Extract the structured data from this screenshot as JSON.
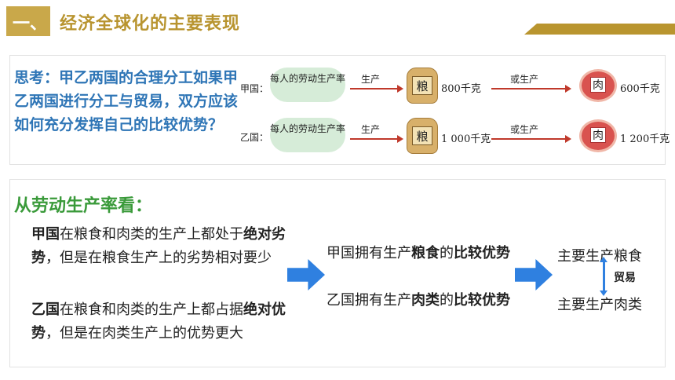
{
  "header": {
    "section_number": "一、",
    "title": "经济全球化的主要表现"
  },
  "question": {
    "text": "思考：甲乙两国的合理分工如果甲乙两国进行分工与贸易，双方应该如何充分发挥自己的比较优势？"
  },
  "production_figure": {
    "rows": [
      {
        "country": "甲国：",
        "pill": "每人的劳动生产率",
        "arrow1": "生产",
        "grain_label": "粮",
        "grain_amount": "800千克",
        "arrow2": "或生产",
        "meat_label": "肉",
        "meat_amount": "600千克"
      },
      {
        "country": "乙国：",
        "pill": "每人的劳动生产率",
        "arrow1": "生产",
        "grain_label": "粮",
        "grain_amount": "1 000千克",
        "arrow2": "或生产",
        "meat_label": "肉",
        "meat_amount": "1 200千克"
      }
    ]
  },
  "analysis": {
    "title": "从劳动生产率看：",
    "jia": {
      "country": "甲国",
      "t1": "在粮食和肉类的生产上都处于",
      "bold": "绝对劣势",
      "t2": "，但是在粮食生产上的劣势相对要少"
    },
    "yi": {
      "country": "乙国",
      "t1": "在粮食和肉类的生产上都占据",
      "bold": "绝对优势",
      "t2": "，但是在肉类生产上的优势更大"
    },
    "conclusion1": {
      "p1": "甲国拥有生产",
      "b1": "粮食",
      "p2": "的",
      "b2": "比较优势"
    },
    "conclusion2": {
      "p1": "乙国拥有生产",
      "b1": "肉类",
      "p2": "的",
      "b2": "比较优势"
    },
    "result1": "主要生产粮食",
    "result2": "主要生产肉类",
    "trade": "贸易"
  },
  "colors": {
    "gold": "#c9a84a",
    "question_blue": "#2e75b6",
    "subtitle_green": "#3a9a3a",
    "arrow_blue": "#2f80e0"
  }
}
